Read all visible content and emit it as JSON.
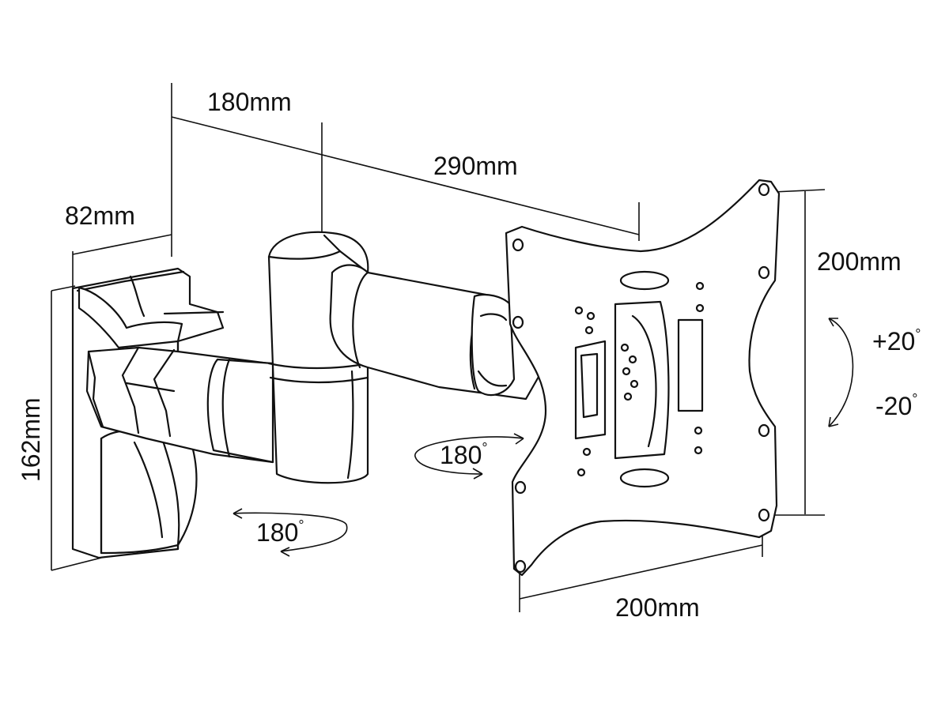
{
  "dimensions": {
    "arm_length_1": "180mm",
    "arm_length_2": "290mm",
    "wall_plate_depth": "82mm",
    "wall_plate_height": "162mm",
    "vesa_vertical": "200mm",
    "vesa_horizontal": "200mm"
  },
  "rotations": {
    "tilt_up": "+20",
    "tilt_down": "-20",
    "swivel_arm": "180",
    "swivel_wall": "180",
    "degree_symbol": "°"
  },
  "colors": {
    "line": "#111111",
    "background": "#ffffff"
  }
}
